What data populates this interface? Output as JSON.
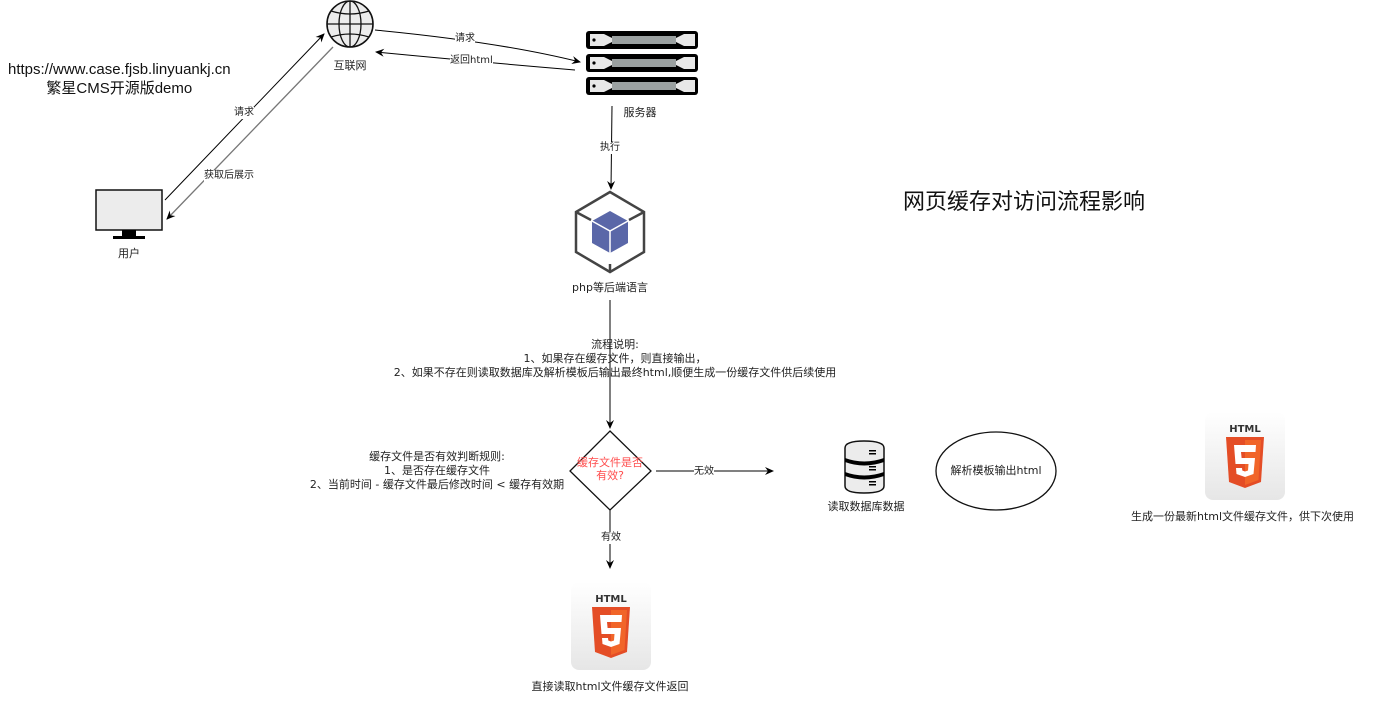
{
  "site_note": {
    "url": "https://www.case.fjsb.linyuankj.cn",
    "subtitle": "繁星CMS开源版demo"
  },
  "title": "网页缓存对访问流程影响",
  "nodes": {
    "internet": {
      "label": "互联网",
      "icon": "globe-icon"
    },
    "server": {
      "label": "服务器",
      "icon": "server-rack-icon"
    },
    "user": {
      "label": "用户",
      "icon": "monitor-icon"
    },
    "backend": {
      "label": "php等后端语言",
      "icon": "cube-icon"
    },
    "decision": {
      "label_line1": "缓存文件是否",
      "label_line2": "有效?"
    },
    "database": {
      "label": "读取数据库数据",
      "icon": "database-icon"
    },
    "parse": {
      "label": "解析模板输出html"
    },
    "html_new": {
      "label": "生成一份最新html文件缓存文件，供下次使用",
      "icon": "html5-icon",
      "badge": "HTML"
    },
    "html_cache": {
      "label": "直接读取html文件缓存文件返回",
      "icon": "html5-icon",
      "badge": "HTML"
    }
  },
  "edges": {
    "internet_to_server": "请求",
    "server_to_internet": "返回html",
    "user_to_internet": "请求",
    "internet_to_user": "获取后展示",
    "server_to_backend": "执行",
    "decision_invalid": "无效",
    "decision_valid": "有效"
  },
  "flow_note": {
    "heading": "流程说明:",
    "line1": "1、如果存在缓存文件，则直接输出，",
    "line2": "2、如果不存在则读取数据库及解析模板后输出最终html,顺便生成一份缓存文件供后续使用"
  },
  "rule_note": {
    "heading": "缓存文件是否有效判断规则:",
    "line1": "1、是否存在缓存文件",
    "line2": "2、当前时间 - 缓存文件最后修改时间 < 缓存有效期"
  },
  "colors": {
    "decision_text": "#ff4d4d",
    "html5_orange": "#e44d26",
    "html5_light": "#f16529",
    "cube_blue": "#5a67a8",
    "line": "#000000",
    "return_line": "#777777"
  }
}
